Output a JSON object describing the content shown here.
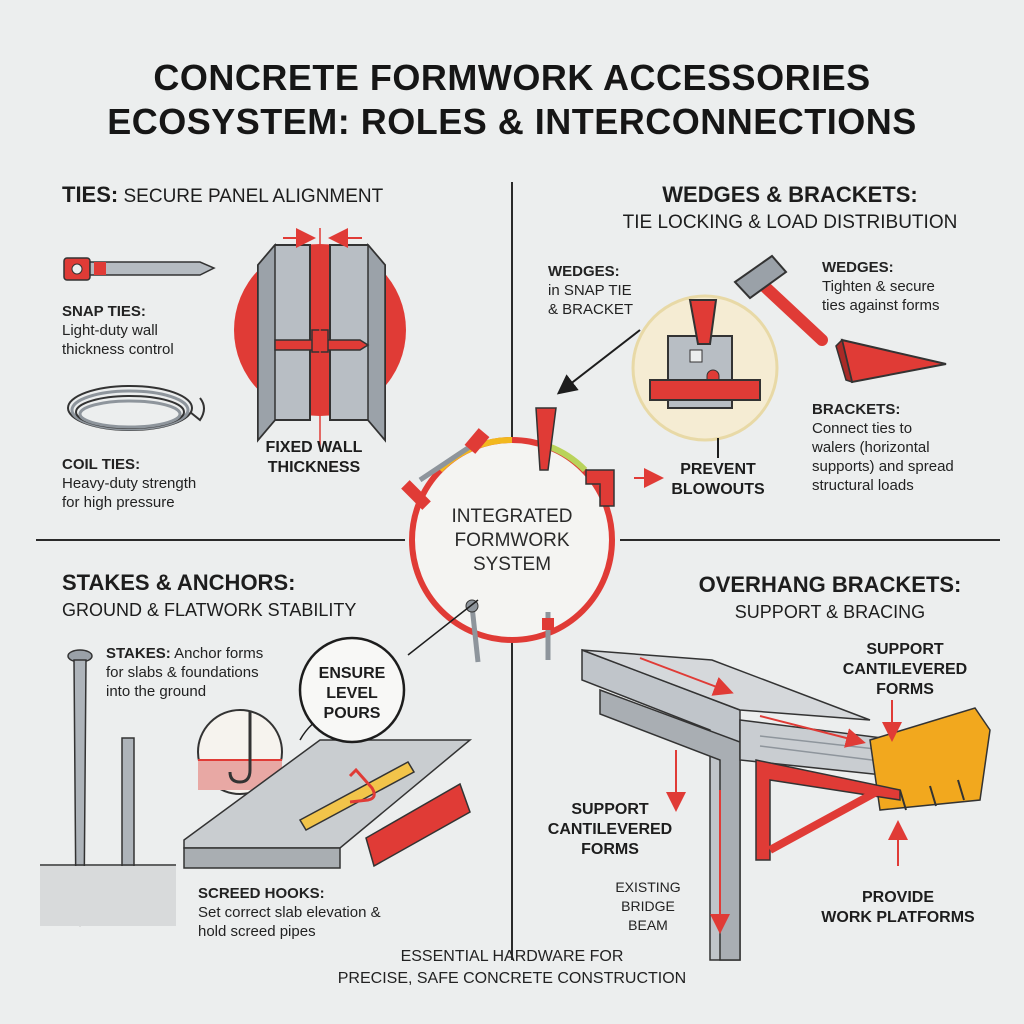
{
  "title_line1": "CONCRETE FORMWORK ACCESSORIES",
  "title_line2": "ECOSYSTEM: ROLES & INTERCONNECTIONS",
  "center": {
    "line1": "INTEGRATED",
    "line2": "FORMWORK",
    "line3": "SYSTEM"
  },
  "ties": {
    "heading": "TIES:",
    "subheading": " SECURE PANEL ALIGNMENT",
    "snap_title": "SNAP TIES:",
    "snap_desc1": "Light-duty wall",
    "snap_desc2": "thickness control",
    "coil_title": "COIL TIES:",
    "coil_desc1": "Heavy-duty strength",
    "coil_desc2": "for high pressure",
    "callout1": "FIXED WALL",
    "callout2": "THICKNESS"
  },
  "wedges": {
    "heading": "WEDGES & BRACKETS:",
    "subheading": "TIE LOCKING & LOAD DISTRIBUTION",
    "left_title": "WEDGES:",
    "left_desc1": "in SNAP TIE",
    "left_desc2": "& BRACKET",
    "right_title": "WEDGES:",
    "right_desc1": "Tighten & secure",
    "right_desc2": "ties against forms",
    "brackets_title": "BRACKETS:",
    "brackets_desc1": "Connect ties to",
    "brackets_desc2": "walers (horizontal",
    "brackets_desc3": "supports) and spread",
    "brackets_desc4": "structural loads",
    "callout1": "PREVENT",
    "callout2": "BLOWOUTS"
  },
  "stakes": {
    "heading": "STAKES & ANCHORS:",
    "subheading": "GROUND & FLATWORK STABILITY",
    "stakes_title": "STAKES:",
    "stakes_desc1": " Anchor forms",
    "stakes_desc2": "for slabs & foundations",
    "stakes_desc3": "into the ground",
    "bubble1": "ENSURE",
    "bubble2": "LEVEL",
    "bubble3": "POURS",
    "screed_title": "SCREED HOOKS:",
    "screed_desc1": "Set correct slab elevation &",
    "screed_desc2": "hold screed pipes"
  },
  "overhang": {
    "heading": "OVERHANG BRACKETS:",
    "subheading": "SUPPORT & BRACING",
    "right_callout1": "SUPPORT",
    "right_callout2": "CANTILEVERED",
    "right_callout3": "FORMS",
    "left_callout1": "SUPPORT",
    "left_callout2": "CANTILEVERED",
    "left_callout3": "FORMS",
    "beam1": "EXISTING",
    "beam2": "BRIDGE",
    "beam3": "BEAM",
    "platform1": "PROVIDE",
    "platform2": "WORK PLATFORMS"
  },
  "footer_line1": "ESSENTIAL HARDWARE FOR",
  "footer_line2": "PRECISE, SAFE CONCRETE CONSTRUCTION",
  "colors": {
    "accent_red": "#e03b36",
    "steel": "#9aa1a8",
    "yellow": "#f2b81e",
    "dark": "#1d1d1d"
  }
}
